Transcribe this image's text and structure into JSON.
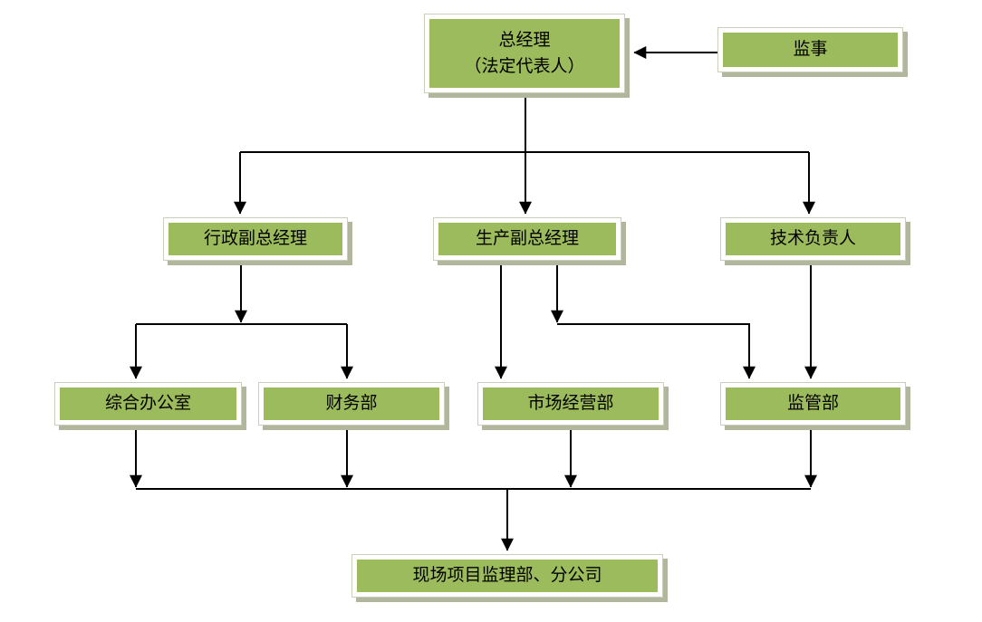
{
  "nodes": {
    "general_manager": {
      "line1": "总经理",
      "line2": "（法定代表人）"
    },
    "supervisor": {
      "label": "监事"
    },
    "admin_vice_gm": {
      "label": "行政副总经理"
    },
    "production_vice_gm": {
      "label": "生产副总经理"
    },
    "technical_director": {
      "label": "技术负责人"
    },
    "general_office": {
      "label": "综合办公室"
    },
    "finance_dept": {
      "label": "财务部"
    },
    "market_operations_dept": {
      "label": "市场经营部"
    },
    "supervision_dept": {
      "label": "监管部"
    },
    "site_supervision_branch": {
      "label": "现场项目监理部、分公司"
    }
  },
  "colors": {
    "box_fill": "#9cbb5c",
    "box_frame": "#ffffff",
    "box_frame_border": "#c9cebd",
    "box_shadow": "#b0b79c",
    "connector": "#000000",
    "page_background": "#ffffff"
  }
}
